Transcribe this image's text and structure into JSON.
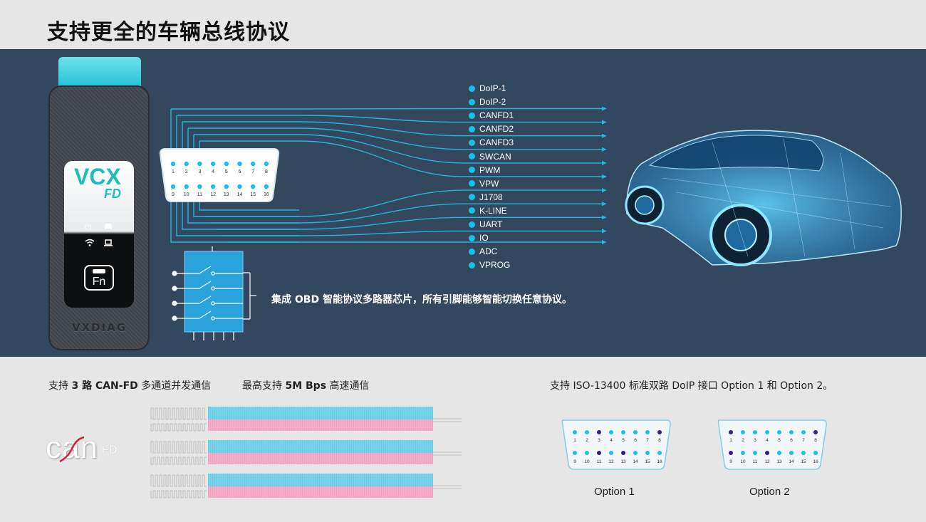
{
  "header": {
    "title": "支持更全的车辆总线协议"
  },
  "device": {
    "logo": "VCX",
    "logo_sub": "FD",
    "fn_label": "Fn",
    "brand": "VXDIAG"
  },
  "obd_connector": {
    "top_pins": [
      "1",
      "2",
      "3",
      "4",
      "5",
      "6",
      "7",
      "8"
    ],
    "bottom_pins": [
      "9",
      "10",
      "11",
      "12",
      "13",
      "14",
      "15",
      "16"
    ]
  },
  "protocols": [
    "DoIP-1",
    "DoIP-2",
    "CANFD1",
    "CANFD2",
    "CANFD3",
    "SWCAN",
    "PWM",
    "VPW",
    "J1708",
    "K-LINE",
    "UART",
    "IO",
    "ADC",
    "VPROG"
  ],
  "mux": {
    "caption": "集成 OBD 智能协议多路器芯片，所有引脚能够智能切换任意协议。"
  },
  "bottom": {
    "canfd_prefix": "支持 ",
    "canfd_bold": "3 路 CAN-FD",
    "canfd_suffix": " 多通道并发通信",
    "speed_prefix": "最高支持 ",
    "speed_bold": "5M Bps",
    "speed_suffix": " 高速通信",
    "canfd_logo_main": "can",
    "canfd_logo_sup": "FD",
    "doip_text": "支持 ISO-13400 标准双路 DoIP 接口 Option 1 和 Option 2。",
    "option1": "Option 1",
    "option2": "Option 2"
  },
  "colors": {
    "accent": "#17c2e8",
    "dark": "#33475e",
    "highlight_pin": "#3a1a8c",
    "pink": "#f2a2c0"
  }
}
